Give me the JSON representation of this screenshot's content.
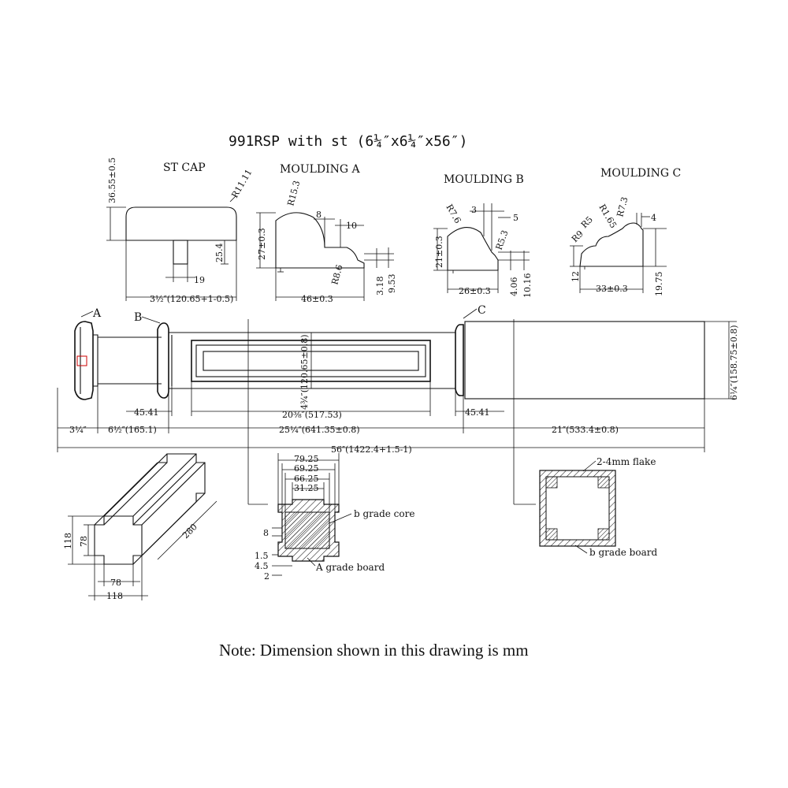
{
  "title": "991RSP with st (6¼″x6¼″x56″)",
  "note": "Note: Dimension shown in this drawing is mm",
  "st_cap": {
    "heading": "ST CAP",
    "height": "36.55±0.5",
    "radius": "R11.11",
    "tenon_h": "25.4",
    "tenon_w": "19",
    "width": "3½″(120.65+1-0.5)"
  },
  "moulding_a": {
    "heading": "MOULDING A",
    "r_top": "R15.3",
    "r_low": "R8.6",
    "d1": "8",
    "d2": "10",
    "height": "27±0.3",
    "width": "46±0.3",
    "d3": "3.18",
    "d4": "9.53"
  },
  "moulding_b": {
    "heading": "MOULDING B",
    "r1": "R7.6",
    "r2": "R5.3",
    "d1": "3",
    "d2": "5",
    "height": "21±0.3",
    "width": "26±0.3",
    "d3": "4.06",
    "d4": "10.16"
  },
  "moulding_c": {
    "heading": "MOULDING C",
    "r1": "R1.65",
    "r2": "R7.3",
    "r3": "R5",
    "r4": "R9",
    "d1": "4",
    "height": "12",
    "width": "33±0.3",
    "height2": "19.75"
  },
  "post": {
    "label_a": "A",
    "label_b": "B",
    "label_c": "C",
    "panel_h": "4¾″(120.65±0.8)",
    "post_h": "6¼″(158.75±0.8)",
    "d_left": "45.41",
    "d_mid": "20⅜″(517.53)",
    "d_right": "45.41",
    "dim_a": "3¼″",
    "dim_b": "6½″(165.1)",
    "dim_c": "25¼″(641.35±0.8)",
    "dim_d": "21″(533.4±0.8)",
    "overall": "56″(1422.4+1.5-1)"
  },
  "core_section": {
    "w1": "79.25",
    "w2": "69.25",
    "w3": "66.25",
    "w4": "31.25",
    "d8": "8",
    "d15": "1.5",
    "d45": "4.5",
    "d2": "2",
    "core_label": "b grade core",
    "board_label": "A grade board"
  },
  "box_section": {
    "flake_label": "2-4mm  flake",
    "board_label": "b grade board"
  },
  "block": {
    "h_outer": "118",
    "h_inner": "78",
    "length": "280",
    "w_inner": "78",
    "w_outer": "118"
  }
}
